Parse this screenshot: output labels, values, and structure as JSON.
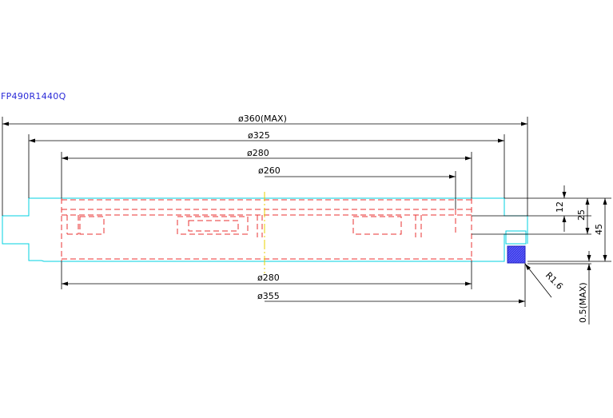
{
  "drawing": {
    "part_code": "FP490R1440Q",
    "dimensions": {
      "dia_360": "ø360(MAX)",
      "dia_325": "ø325",
      "dia_280_top": "ø280",
      "dia_260": "ø260",
      "dia_280_bottom": "ø280",
      "dia_355": "ø355",
      "h_12": "12",
      "h_25": "25",
      "h_45": "45",
      "radius": "R1.6",
      "gap": "0.5(MAX)"
    },
    "colors": {
      "outline": "#00d0e0",
      "hidden": "#e83030",
      "centerline": "#e8d000",
      "seal": "#3a3ae8",
      "dimension": "#000000",
      "label": "#2a2ad8"
    }
  }
}
